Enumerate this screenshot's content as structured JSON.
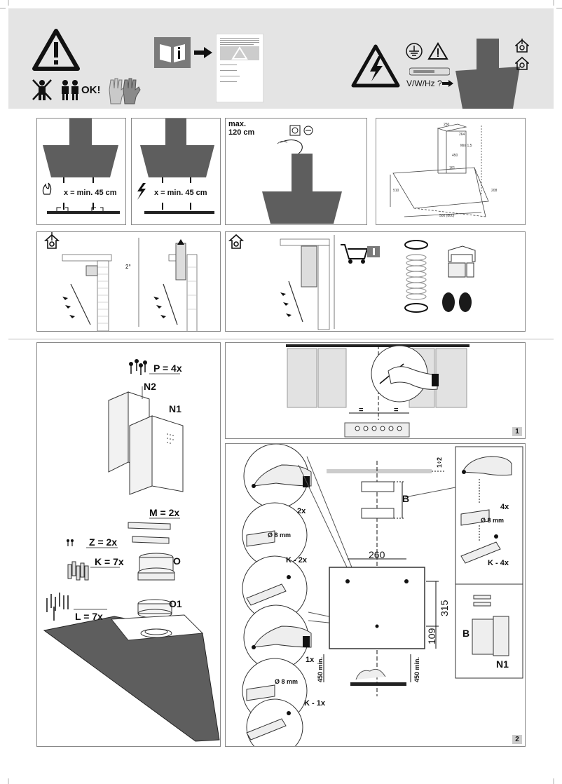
{
  "header": {
    "ok_label": "OK!",
    "voltage_label": "V/W/Hz ?"
  },
  "clearance": {
    "gas_label": "x = min. 45 cm",
    "electric_label": "x = min. 45 cm"
  },
  "electrical": {
    "max_cable_label": "max.\n120 cm"
  },
  "parts": {
    "P": "P = 4x",
    "N2": "N2",
    "N1": "N1",
    "M": "M = 2x",
    "Z": "Z = 2x",
    "K": "K = 7x",
    "O": "O",
    "O1": "O1",
    "L": "L = 7x"
  },
  "step1": {
    "number": "1",
    "eq_left": "=",
    "eq_right": "="
  },
  "step2": {
    "number": "2",
    "drill_2x": "2x",
    "diameter_1": "Ø 8 mm",
    "k_2x": "K - 2x",
    "drill_1x": "1x",
    "diameter_2": "Ø 8 mm",
    "k_1x": "K - 1x",
    "dim_260": "260",
    "dim_315": "315",
    "dim_109": "109",
    "dim_b": "B",
    "dim_1_2": "1÷2",
    "min_gas": "450 min.",
    "min_elec": "450 min.",
    "side_4x": "4x",
    "side_diameter": "Ø 8 mm",
    "side_k4x": "K - 4x",
    "side_b": "B",
    "side_n1": "N1"
  },
  "colors": {
    "hood": "#5e5e5e",
    "band": "#e4e4e4",
    "panel_border": "#888888"
  }
}
